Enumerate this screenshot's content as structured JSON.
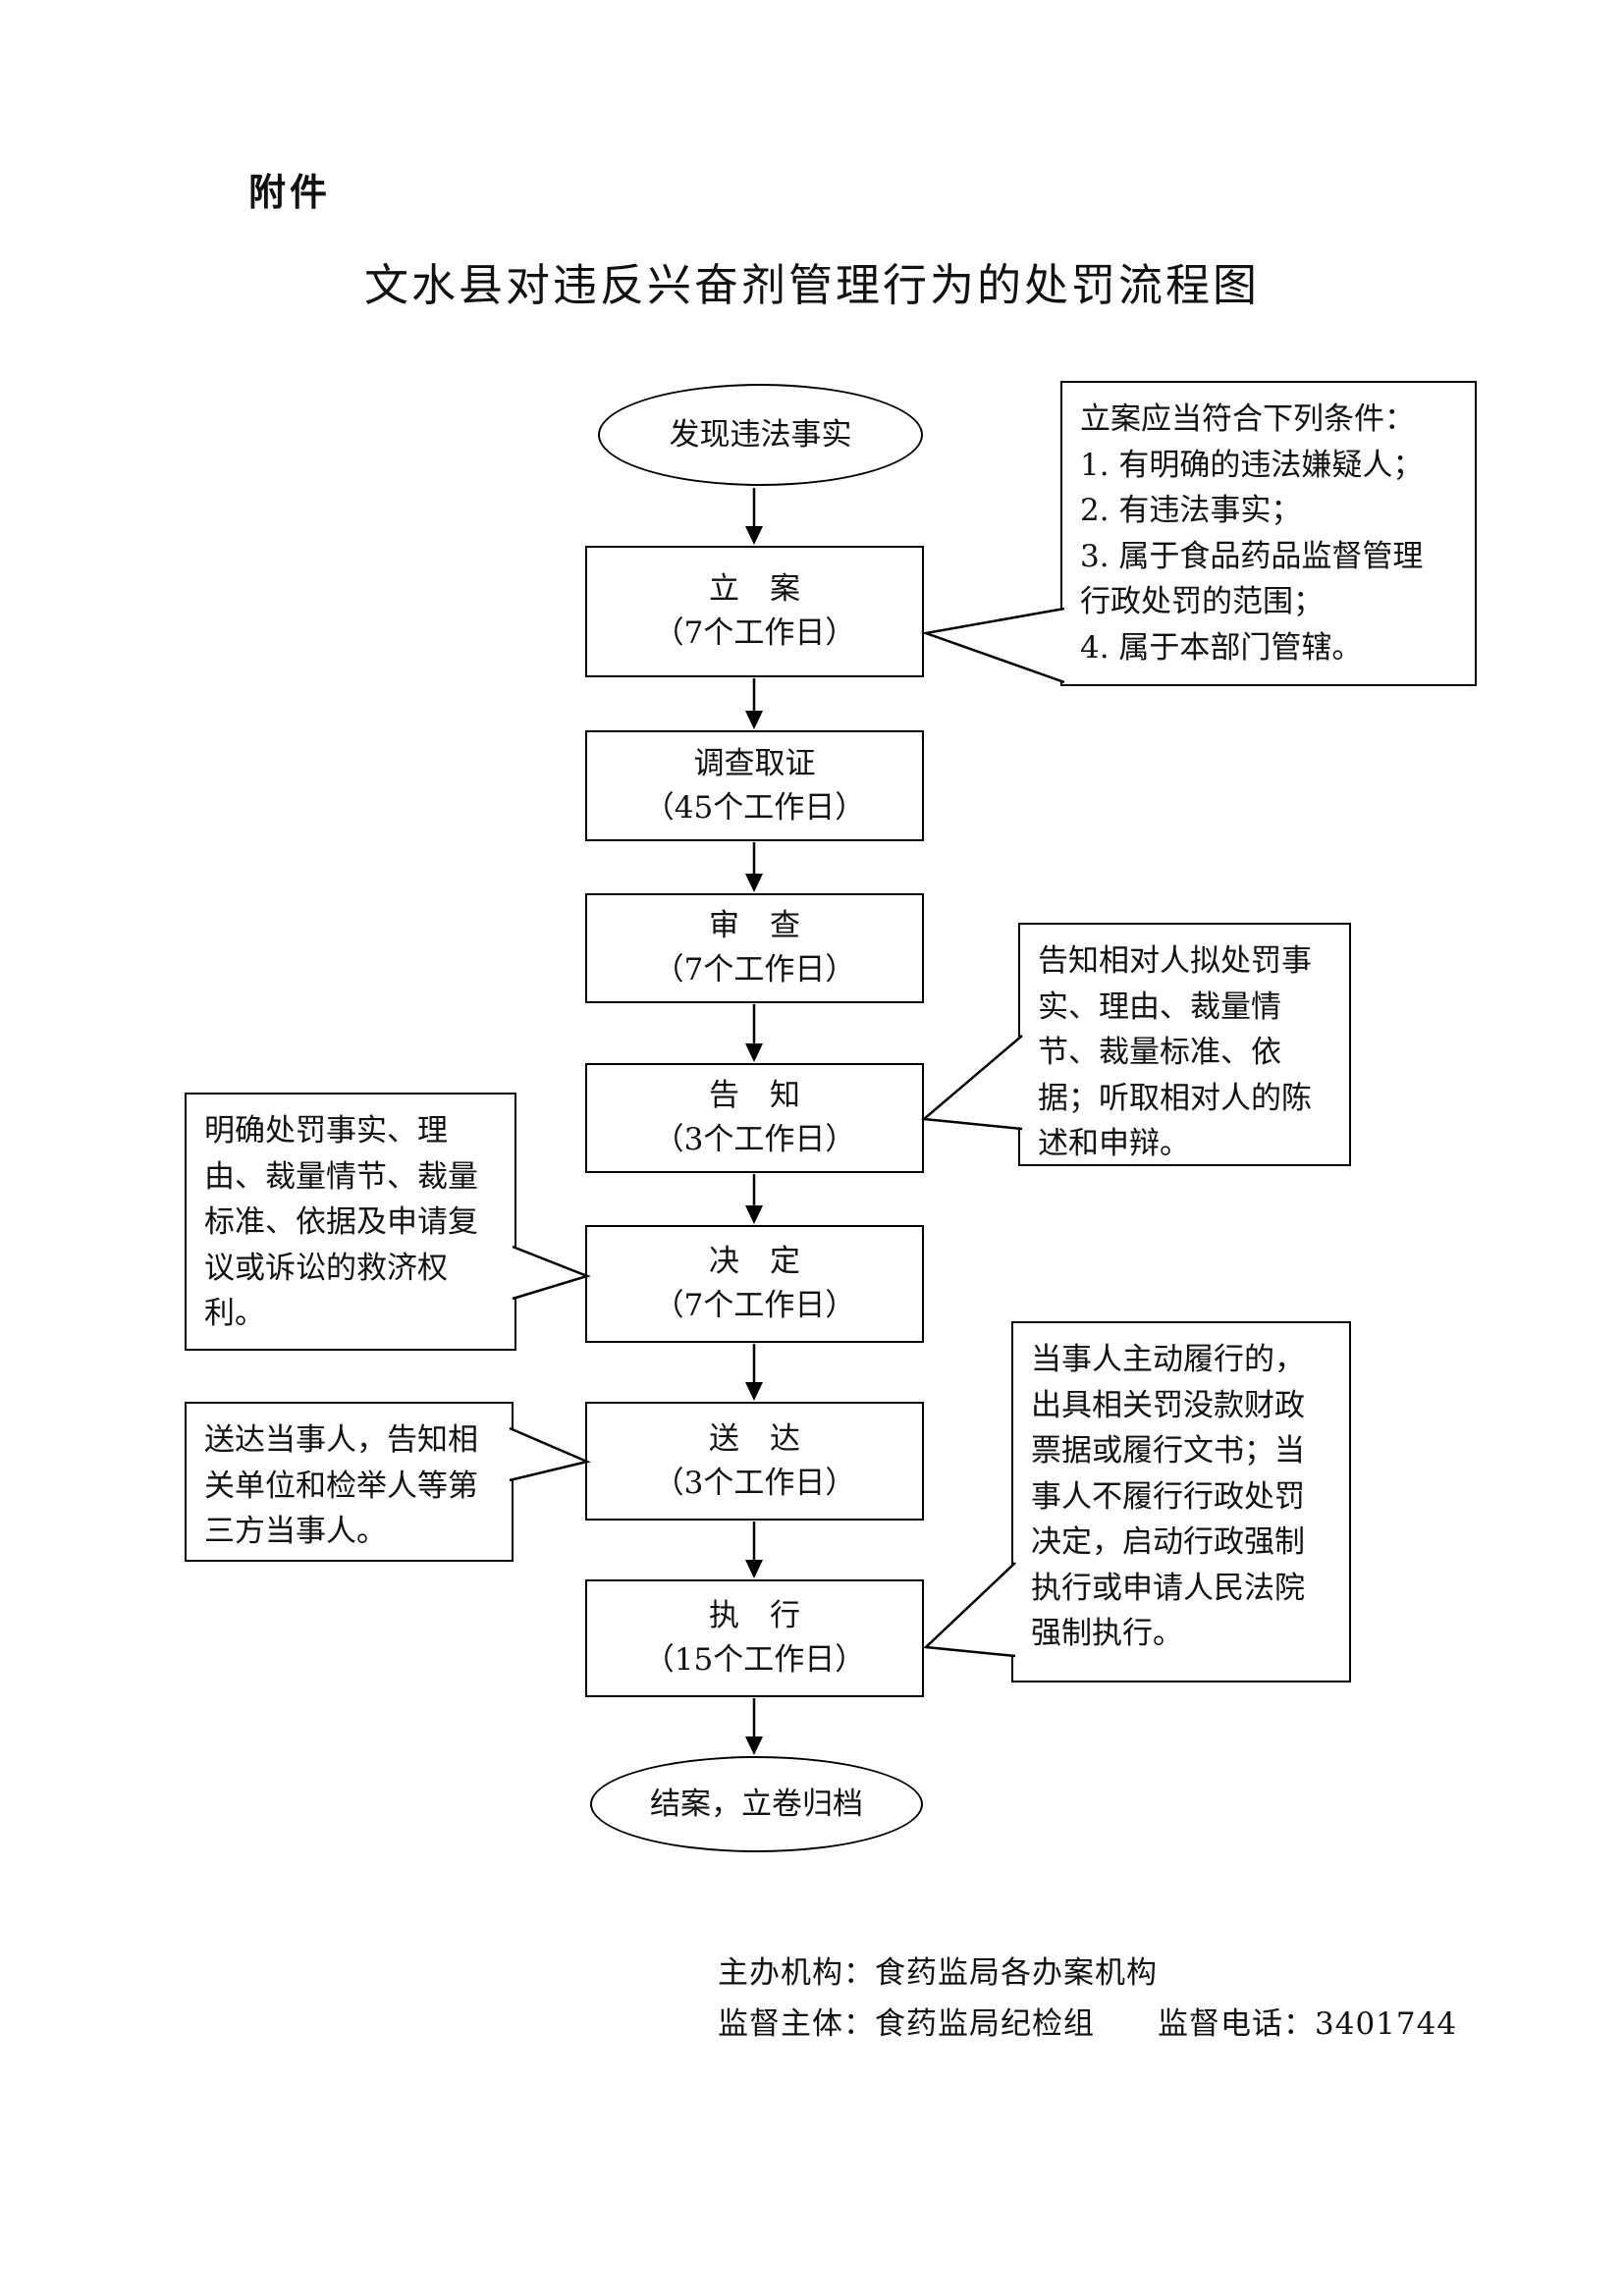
{
  "page": {
    "attachment_label": "附件",
    "title": "文水县对违反兴奋剂管理行为的处罚流程图"
  },
  "flow": {
    "start": {
      "label": "发现违法事实"
    },
    "steps": [
      {
        "label": "立　案",
        "duration": "（7个工作日）"
      },
      {
        "label": "调查取证",
        "duration": "（45个工作日）"
      },
      {
        "label": "审　查",
        "duration": "（7个工作日）"
      },
      {
        "label": "告　知",
        "duration": "（3个工作日）"
      },
      {
        "label": "决　定",
        "duration": "（7个工作日）"
      },
      {
        "label": "送　达",
        "duration": "（3个工作日）"
      },
      {
        "label": "执　行",
        "duration": "（15个工作日）"
      }
    ],
    "end": {
      "label": "结案，立卷归档"
    }
  },
  "callouts": [
    {
      "id": "filing-conditions",
      "text": "立案应当符合下列条件：\n1. 有明确的违法嫌疑人；\n2. 有违法事实；\n3. 属于食品药品监督管理\n行政处罚的范围；\n4. 属于本部门管辖。"
    },
    {
      "id": "notify-note",
      "text": "告知相对人拟处罚事实、理由、裁量情节、裁量标准、依据；听取相对人的陈述和申辩。"
    },
    {
      "id": "decision-note",
      "text": "明确处罚事实、理由、裁量情节、裁量标准、依据及申请复议或诉讼的救济权利。"
    },
    {
      "id": "delivery-note",
      "text": "送达当事人，告知相关单位和检举人等第三方当事人。"
    },
    {
      "id": "execution-note",
      "text": "当事人主动履行的，出具相关罚没款财政票据或履行文书；当事人不履行行政处罚决定，启动行政强制执行或申请人民法院强制执行。"
    }
  ],
  "footer": {
    "organizer": "主办机构：食药监局各办案机构",
    "supervisor": "监督主体：食药监局纪检组　　监督电话：3401744"
  }
}
